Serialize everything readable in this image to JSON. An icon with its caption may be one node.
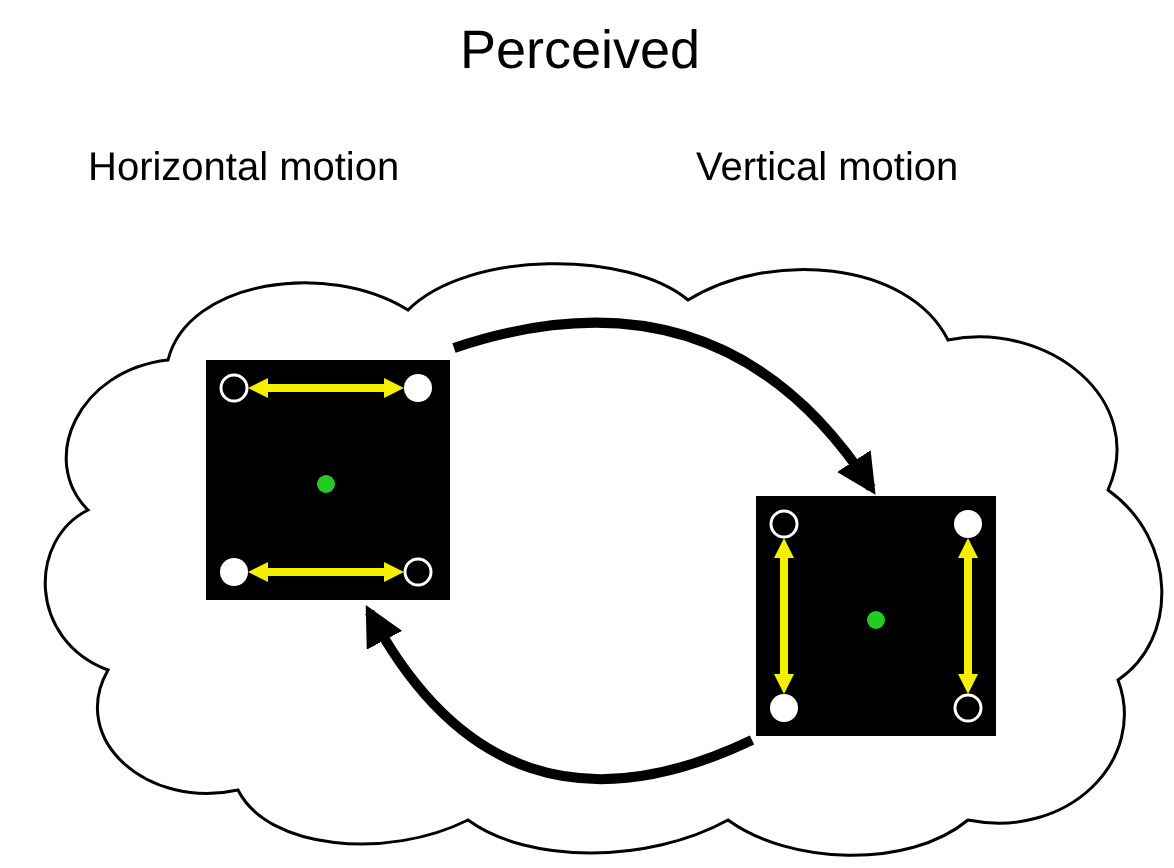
{
  "diagram": {
    "title": "Perceived",
    "nodes": [
      {
        "text": [],
        "shape": "cloud"
      },
      {
        "text": [],
        "shape": "picture",
        "in": 0
      },
      {
        "text": [],
        "shape": "picture",
        "in": 0
      }
    ],
    "edges": [
      {
        "from": 1,
        "to": 2,
        "arrow": "to"
      },
      {
        "from": 2,
        "to": 1,
        "arrow": "to"
      }
    ],
    "labels": [
      "Horizontal motion",
      "Vertical motion"
    ]
  }
}
